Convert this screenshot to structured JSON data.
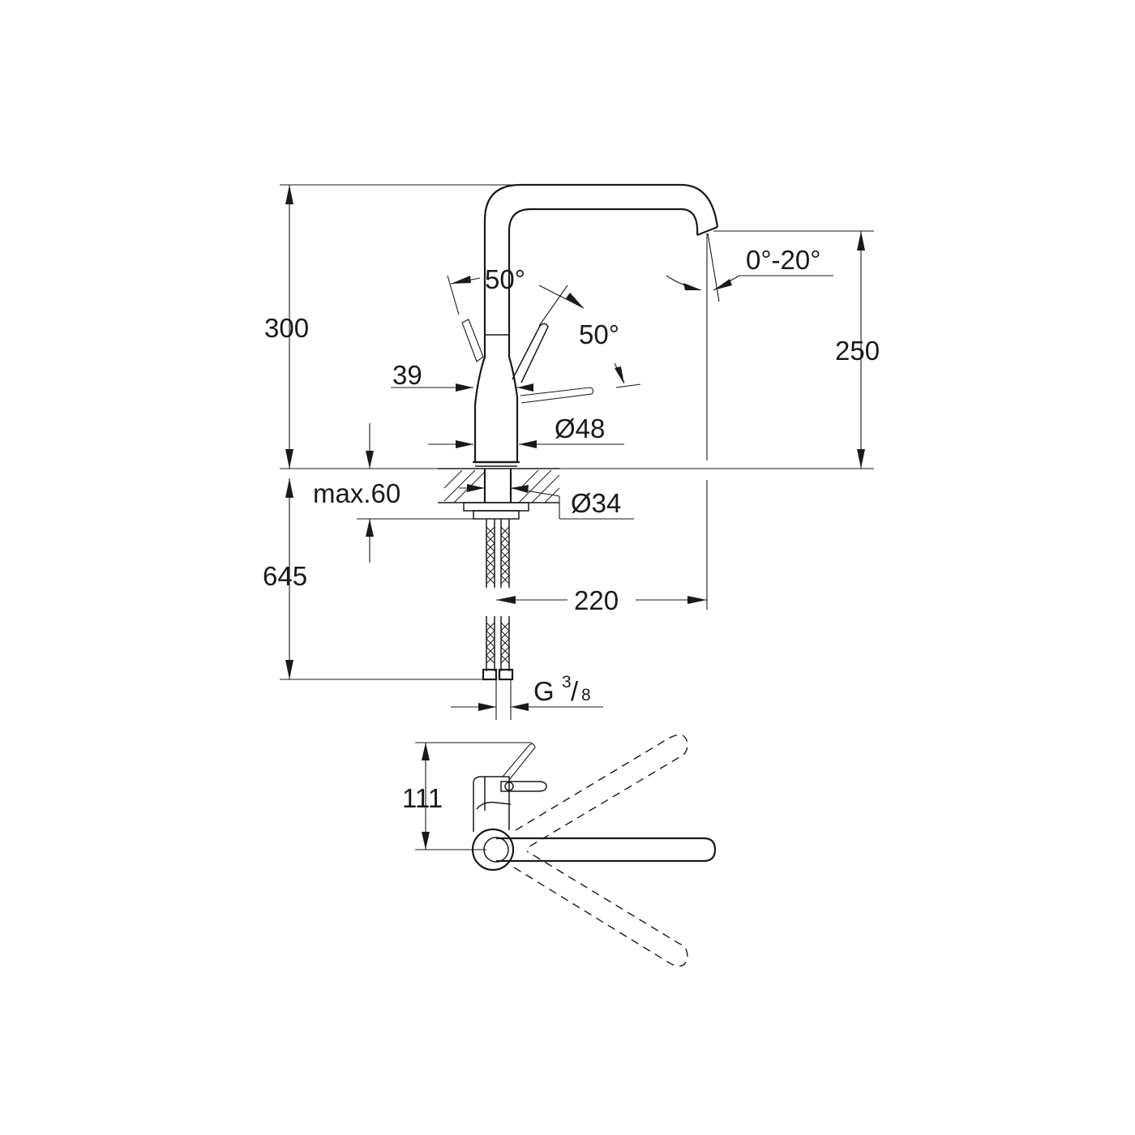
{
  "drawing": {
    "dimensions": {
      "overall_height": "300",
      "spout_height": "250",
      "spout_tilt": "0°-20°",
      "lever_angle_front": "50°",
      "lever_angle_side": "50°",
      "lever_offset": "39",
      "body_diameter": "Ø48",
      "deck_thickness": "max.60",
      "hole_diameter": "Ø34",
      "hose_length": "645",
      "spout_reach": "220",
      "thread_letter": "G",
      "thread_numerator": "3",
      "thread_denominator": "8",
      "top_view_height": "111"
    }
  }
}
